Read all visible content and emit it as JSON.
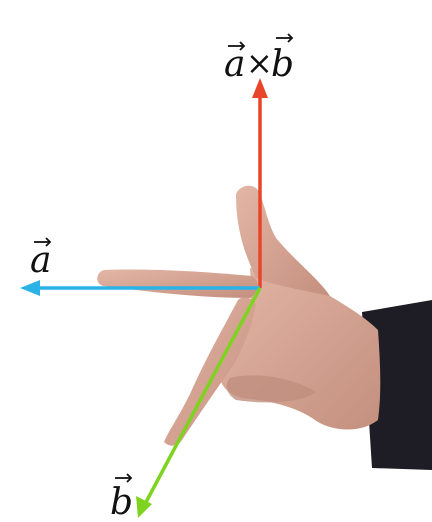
{
  "labels": {
    "cross": {
      "a": "a",
      "times": "×",
      "b": "b"
    },
    "a": "a",
    "b": "b"
  },
  "colors": {
    "cross_arrow": "#e8452a",
    "a_arrow": "#2bb3e8",
    "b_arrow": "#7ed321",
    "skin": "#d8a898",
    "skin_shadow": "#b98676",
    "sleeve": "#1e1d25",
    "label_text": "#111111"
  },
  "icons": {
    "hand": "right-hand-rule-hand",
    "vector_hat": "arrow-hat-icon"
  }
}
